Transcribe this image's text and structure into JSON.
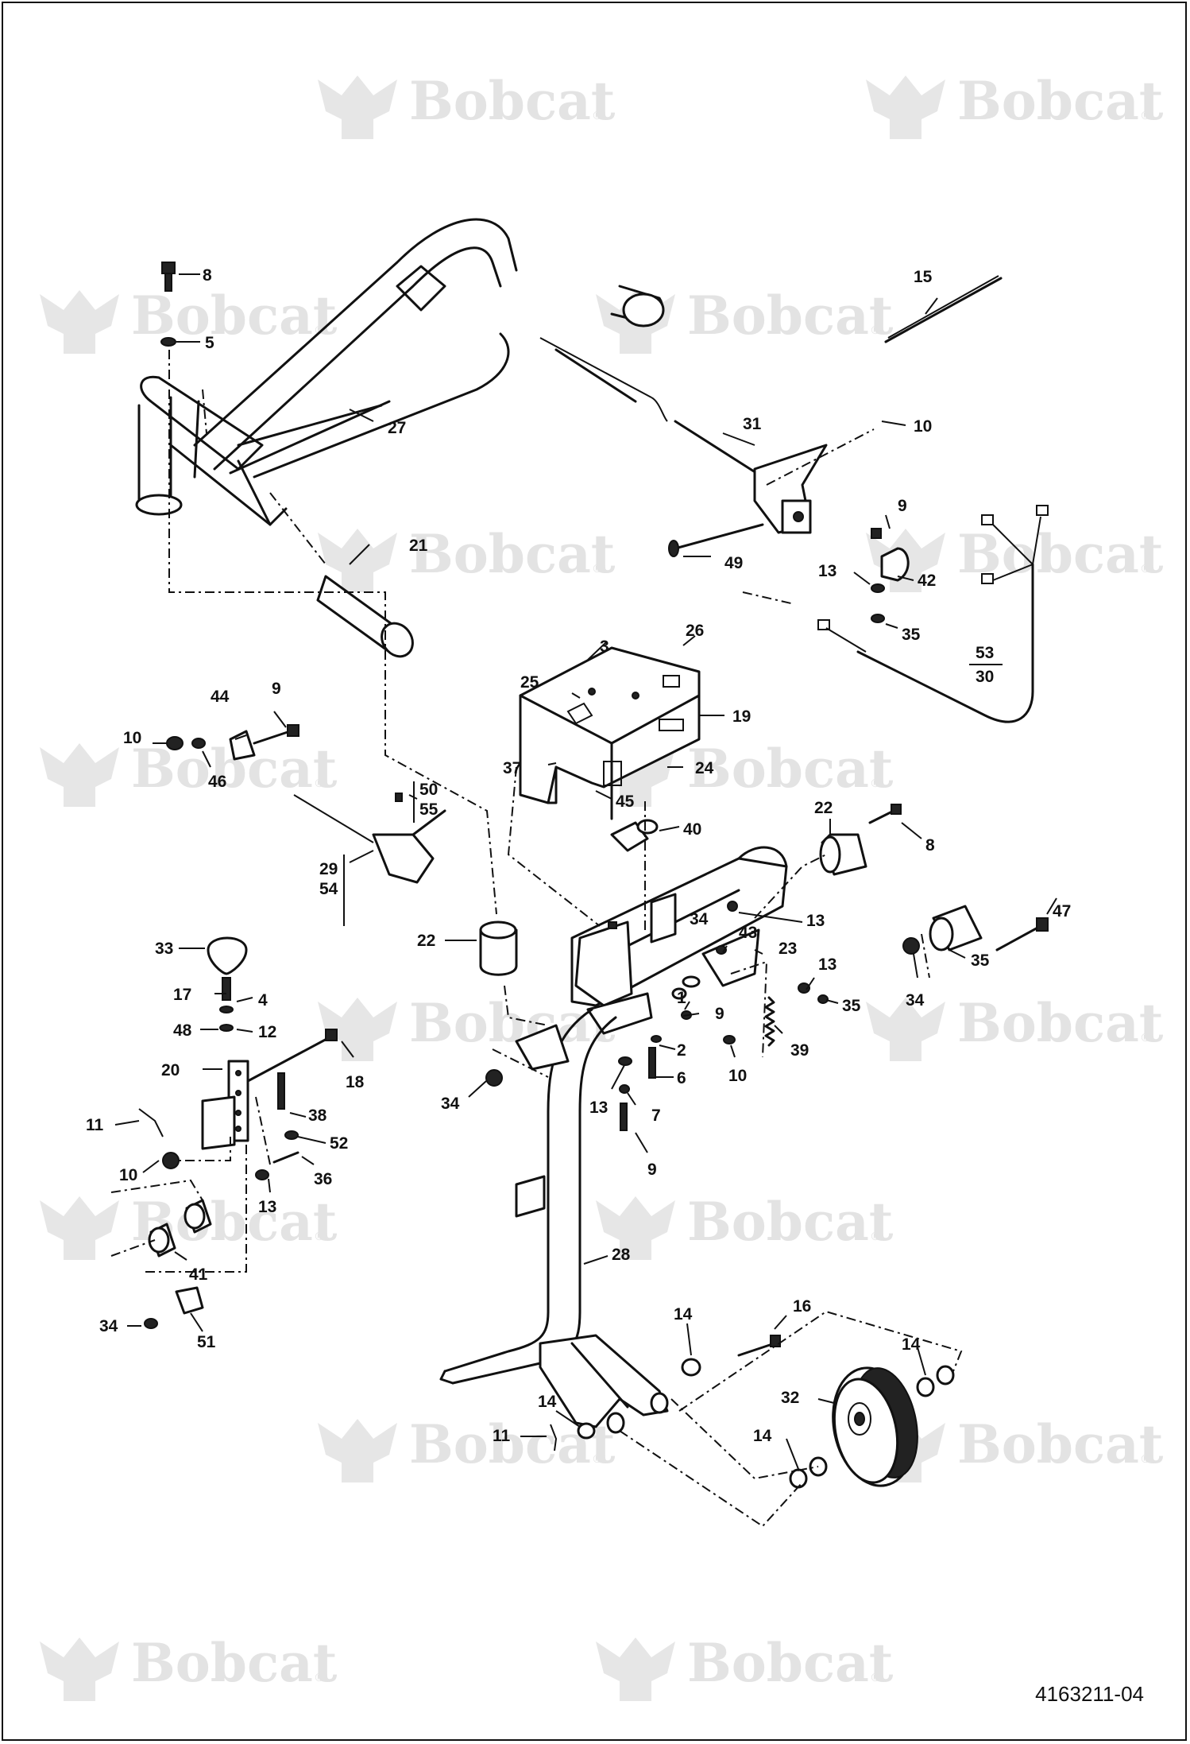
{
  "document_number": "4163211-04",
  "watermark": {
    "text": "Bobcat",
    "reg_mark": "®"
  },
  "callouts": [
    "1",
    "2",
    "3",
    "4",
    "5",
    "6",
    "7",
    "8",
    "9",
    "10",
    "11",
    "12",
    "13",
    "14",
    "15",
    "16",
    "17",
    "18",
    "19",
    "20",
    "21",
    "22",
    "23",
    "24",
    "25",
    "26",
    "27",
    "28",
    "29",
    "30",
    "31",
    "32",
    "33",
    "34",
    "35",
    "36",
    "37",
    "38",
    "39",
    "40",
    "41",
    "42",
    "43",
    "44",
    "45",
    "46",
    "47",
    "48",
    "49",
    "50",
    "51",
    "52",
    "53",
    "54",
    "55"
  ]
}
